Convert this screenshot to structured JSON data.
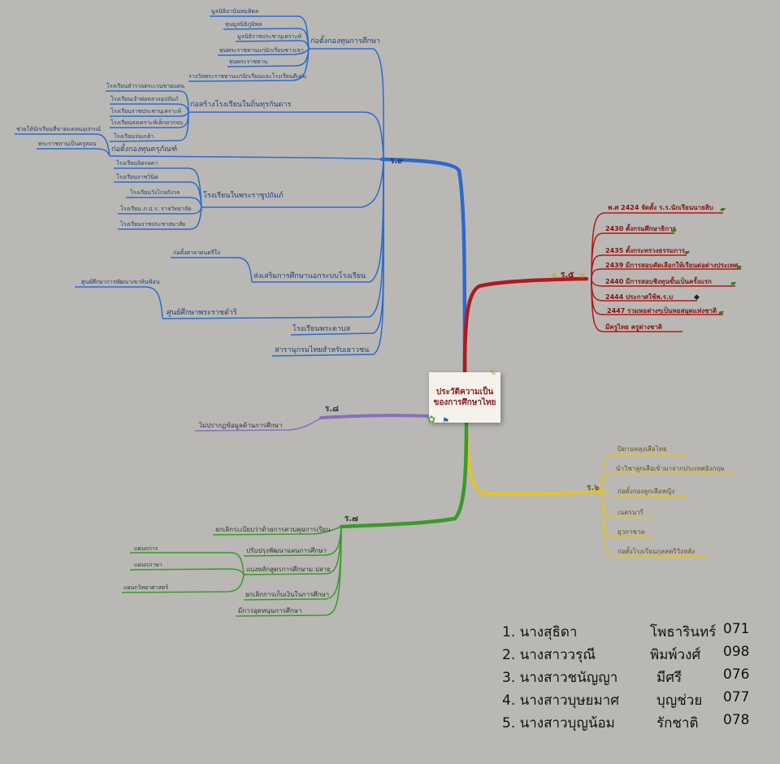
{
  "center": {
    "title": "ประวัติความเป็นของการศึกษาไทย"
  },
  "branches": {
    "r9": {
      "label": "ร.๙",
      "color": "#2d6ad0",
      "topics": [
        {
          "label": "ก่อตั้งกองทุนการศึกษา",
          "items": [
            "มูลนิธิอานันทมหิดล",
            "ทุนมูลนิธิภูมิพล",
            "มูลนิธิราชประชานุเคราะห์",
            "ทุนพระราชทานแก่นักเรียนชาวเขา",
            "ทุนพระราชทาน",
            "รางวัลพระราชทานแก่นักเรียนและโรงเรียนดีเด่น"
          ]
        },
        {
          "label": "ก่อสร้างโรงเรียนในถิ่นทุรกันดาร",
          "items": [
            "โรงเรียนตำรวจตระเวนชายแดน",
            "โรงเรียนเจ้าพ่อหลวงอุปถัมภ์",
            "โรงเรียนราชประชานุเคราะห์",
            "โรงเรียนสงเคราะห์เด็กยากจน",
            "โรงเรียนร่มเกล้า"
          ]
        },
        {
          "label": "ก่อตั้งกองทุนครุภัณฑ์",
          "items": [
            "ช่วยให้นักเรียนที่ขาดแคลนอุปกรณ์",
            "พระราชทานเป็นครูสอน"
          ]
        },
        {
          "label": "โรงเรียนในพระราชูปถัมภ์",
          "items": [
            "โรงเรียนจิตรลดา",
            "โรงเรียนราชวินิต",
            "โรงเรียนวังไกลกังวล",
            "โรงเรียน ภ.ป.ร. ราชวิทยาลัย",
            "โรงเรียนราชประชาสมาสัย"
          ]
        },
        {
          "label": "ส่งเสริมการศึกษานอกระบบโรงเรียน",
          "items": [
            "ก่อตั้งศาลาดนตรีใจ"
          ]
        },
        {
          "label": "ศูนย์ศึกษาพระราชดำริ",
          "items": [
            "ศูนย์ศึกษาการพัฒนาเขาหินซ้อน"
          ]
        },
        {
          "label": "โรงเรียนพระดาบส",
          "items": []
        },
        {
          "label": "สารานุกรมไทยสำหรับเยาวชน",
          "items": []
        }
      ]
    },
    "r5": {
      "label": "ร.๕",
      "color": "#b01a1a",
      "items": [
        "พ.ศ 2424 จัดตั้ง ร.ร.นักเรียนนายสิบ",
        "2430 ตั้งกรมศึกษาธิการ",
        "2435 ตั้งกระทรวงธรรมการ",
        "2439 มีการสอบคัดเลือกให้เรียนต่อต่างประเทศ",
        "2440 มีการสอบชิงทุนขั้นเป็นครั้งแรก",
        "2444 ประกาศใช้พ.ร.บ",
        "2447 รวมหอต่างๆเป็นหอสมุดแห่งชาติ",
        "มีครูไทย ครูต่างชาติ"
      ]
    },
    "r8": {
      "label": "ร.๘",
      "color": "#8a6ec0",
      "items": [
        "ไม่ปรากฏข้อมูลด้านการศึกษา"
      ]
    },
    "r6": {
      "label": "ร.๖",
      "color": "#e2c230",
      "items": [
        "ปิดานหลุงเสือไทย",
        "นำวิชาลูกเสือเข้ามาจากประเทศอังกฤษ",
        "ก่อตั้งกองลูกเสือหญิง",
        "เนตรนารี",
        "ยุวกาชาด",
        "ก่อตั้งโรงเรียนกุลสตรีวังหลัง"
      ]
    },
    "r7": {
      "label": "ร.๗",
      "color": "#3a9a2a",
      "topics": [
        {
          "label": "ยกเลิกระเบียบว่าด้วยการควบคุมการเรียน",
          "items": []
        },
        {
          "label": "ปรับปรุงพัฒนาแผนการศึกษา",
          "items": []
        },
        {
          "label": "แบ่งหลักสูตรการศึกษาม.ปลาย",
          "items": [
            "แผนกการ",
            "แผนกภาษา",
            "แผนกวิทยาศาสตร์"
          ]
        },
        {
          "label": "ยกเลิกการเก็บเงินในการศึกษา",
          "items": []
        },
        {
          "label": "มีการอุดหนุนการศึกษา",
          "items": []
        }
      ]
    }
  },
  "members": [
    {
      "name": "1. นางสุธิดา",
      "surname": "โพธารินทร์",
      "code": "071"
    },
    {
      "name": "2. นางสาววรุณี",
      "surname": "พิมพ์วงศ์",
      "code": "098"
    },
    {
      "name": "3. นางสาวชนัญญา",
      "surname": "มีศรี",
      "code": "076"
    },
    {
      "name": "4. นางสาวบุษยมาศ",
      "surname": "บุญช่วย",
      "code": "077"
    },
    {
      "name": "5. นางสาวบุญน้อม",
      "surname": "รักชาติ",
      "code": "078"
    }
  ]
}
